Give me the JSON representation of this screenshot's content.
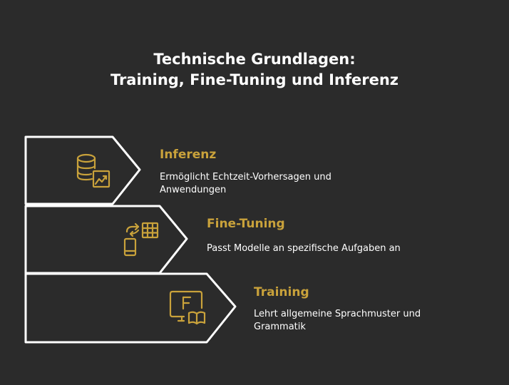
{
  "title": {
    "line1": "Technische Grundlagen:",
    "line2": "Training, Fine-Tuning und Inferenz"
  },
  "steps": [
    {
      "heading": "Inferenz",
      "description": "Ermöglicht Echtzeit-Vorhersagen und Anwendungen",
      "icon": "database-chart-icon"
    },
    {
      "heading": "Fine-Tuning",
      "description": "Passt Modelle an spezifische Aufgaben an",
      "icon": "device-table-transfer-icon"
    },
    {
      "heading": "Training",
      "description": "Lehrt allgemeine Sprachmuster und Grammatik",
      "icon": "screen-book-icon",
      "icon_letter": "F"
    }
  ],
  "colors": {
    "background": "#2b2b2b",
    "accent": "#c9a23b",
    "text": "#ffffff",
    "outline": "#ffffff"
  }
}
